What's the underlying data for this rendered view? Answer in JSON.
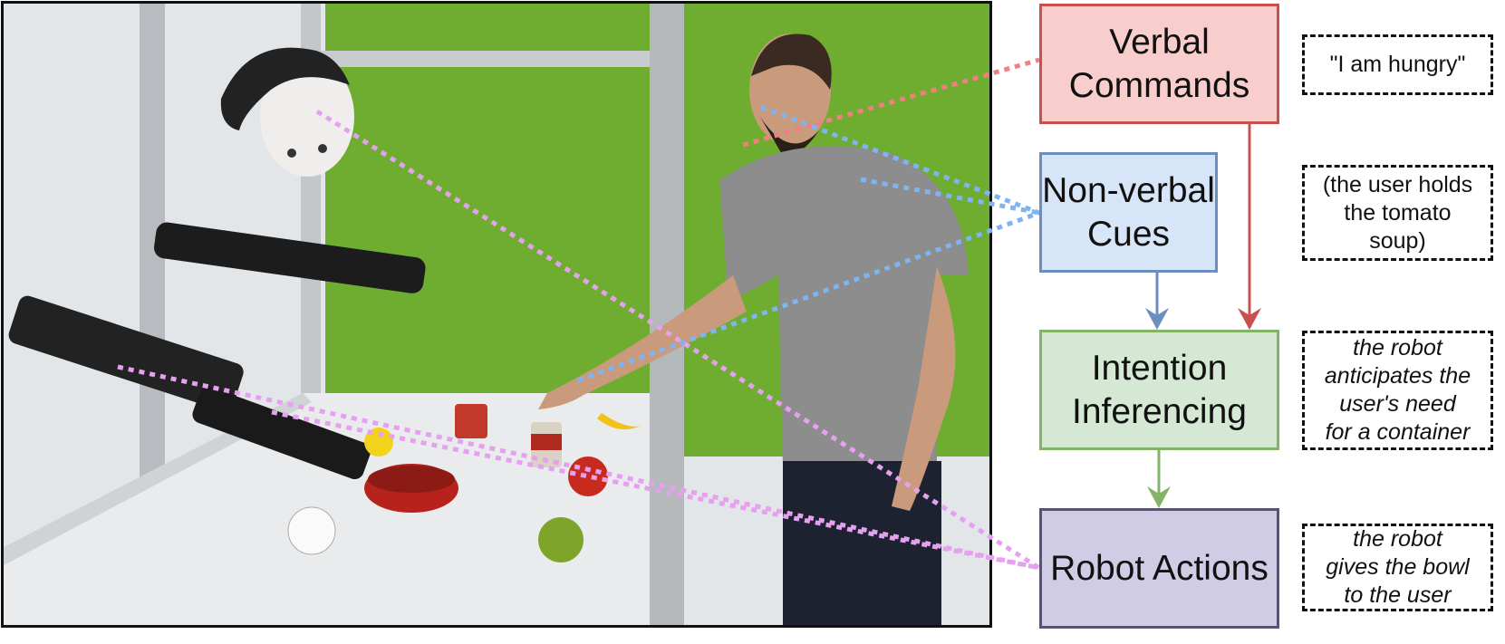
{
  "photo": {
    "description_icon": "robot-human-interaction-photo"
  },
  "flow": {
    "verbal": {
      "label": "Verbal\nCommands",
      "color": "#c8504d"
    },
    "nonverbal": {
      "label": "Non-verbal\nCues",
      "color": "#6c8ebf"
    },
    "intention": {
      "label": "Intention\nInferencing",
      "color": "#82b366"
    },
    "actions": {
      "label": "Robot Actions",
      "color": "#56517e"
    }
  },
  "notes": {
    "verbal": "\"I am hungry\"",
    "nonverbal": "(the user holds\nthe tomato\nsoup)",
    "intention": "the robot\nanticipates the\nuser's need\nfor a container",
    "actions": "the robot\ngives the bowl\nto the user"
  },
  "colors": {
    "red_dots": "#f08080",
    "blue_dots": "#7fb4f0",
    "purple_dots": "#e6a0f0"
  }
}
